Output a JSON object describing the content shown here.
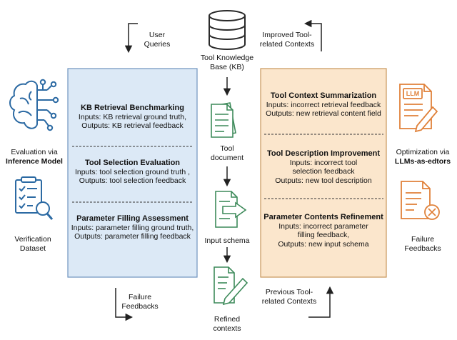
{
  "center": {
    "kb_label": [
      "Tool Knowledge",
      "Base (KB)"
    ],
    "tool_document": [
      "Tool",
      "document"
    ],
    "input_schema": "Input schema",
    "refined_contexts": [
      "Refined",
      "contexts"
    ]
  },
  "top": {
    "user_queries": [
      "User",
      "Queries"
    ],
    "improved_contexts": [
      "Improved Tool-",
      "related Contexts"
    ]
  },
  "bottom": {
    "failure_feedbacks": [
      "Failure",
      "Feedbacks"
    ],
    "previous_contexts": [
      "Previous Tool-",
      "related Contexts"
    ]
  },
  "left_side": {
    "evaluation_prefix": "Evaluation via",
    "evaluation_model": "Inference Model",
    "verification": [
      "Verification",
      "Dataset"
    ]
  },
  "right_side": {
    "optimization_prefix": "Optimization via",
    "optimization_model": "LLMs-as-edtors",
    "failure_feedbacks": [
      "Failure",
      "Feedbacks"
    ],
    "llm_badge": "LLM"
  },
  "evaluation_panel": [
    {
      "title": "KB Retrieval Benchmarking",
      "lines": [
        "Inputs: KB retrieval ground truth,",
        "Outputs: KB retrieval feedback"
      ]
    },
    {
      "title": "Tool Selection Evaluation",
      "lines": [
        "Inputs: tool selection ground truth ,",
        "Outputs: tool selection feedback"
      ]
    },
    {
      "title": "Parameter Filling Assessment",
      "lines": [
        "Inputs: parameter filling ground truth,",
        "Outputs: parameter filling feedback"
      ]
    }
  ],
  "optimization_panel": [
    {
      "title": "Tool Context Summarization",
      "lines": [
        "Inputs: incorrect retrieval feedback",
        "Outputs: new retrieval content field"
      ]
    },
    {
      "title": "Tool Description Improvement",
      "lines": [
        "Inputs: incorrect tool",
        "selection feedback",
        "Outputs: new tool description"
      ]
    },
    {
      "title": "Parameter Contents Refinement",
      "lines": [
        "Inputs: incorrect parameter",
        "filling feedback,",
        "Outputs: new input schema"
      ]
    }
  ],
  "colors": {
    "eval_fill": "#dce9f6",
    "eval_stroke": "#6d93bf",
    "opt_fill": "#fbe6cc",
    "opt_stroke": "#c9975a",
    "blue_icon": "#2c6aa3",
    "orange_icon": "#e0813a",
    "green_icon": "#3d8a5a",
    "db_icon": "#2a2a2a"
  }
}
